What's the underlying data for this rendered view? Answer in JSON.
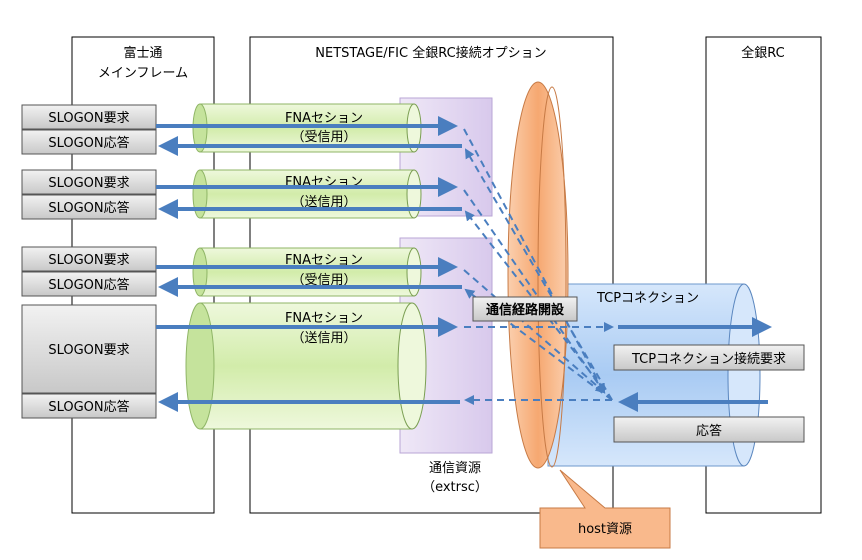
{
  "columns": {
    "mainframe": {
      "line1": "富士通",
      "line2": "メインフレーム"
    },
    "netstage": {
      "title": "NETSTAGE/FIC 全銀RC接続オプション"
    },
    "zengin": {
      "title": "全銀RC"
    }
  },
  "slogon_pairs": [
    {
      "request": "SLOGON要求",
      "response": "SLOGON応答"
    },
    {
      "request": "SLOGON要求",
      "response": "SLOGON応答"
    },
    {
      "request": "SLOGON要求",
      "response": "SLOGON応答"
    },
    {
      "request": "SLOGON要求",
      "response": "SLOGON応答"
    }
  ],
  "sessions": [
    {
      "name": "FNAセション",
      "type": "（受信用）"
    },
    {
      "name": "FNAセション",
      "type": "（送信用）"
    },
    {
      "name": "FNAセション",
      "type": "（受信用）"
    },
    {
      "name": "FNAセション",
      "type": "（送信用）"
    }
  ],
  "comm_resource": {
    "line1": "通信資源",
    "line2": "（extrsc）"
  },
  "path_open_label": "通信経路開設",
  "tcp": {
    "title": "TCPコネクション",
    "connect_request": "TCPコネクション接続要求",
    "response": "応答"
  },
  "host_resource": "host資源",
  "colors": {
    "arrow": "#4a7ebf",
    "session_fill": "#d9efb8",
    "extrsc_fill": "#e3d9ef",
    "host_fill": "#f9b98c",
    "tcp_fill": "#b9d5f5",
    "label_fill": "#d9d9d9"
  }
}
